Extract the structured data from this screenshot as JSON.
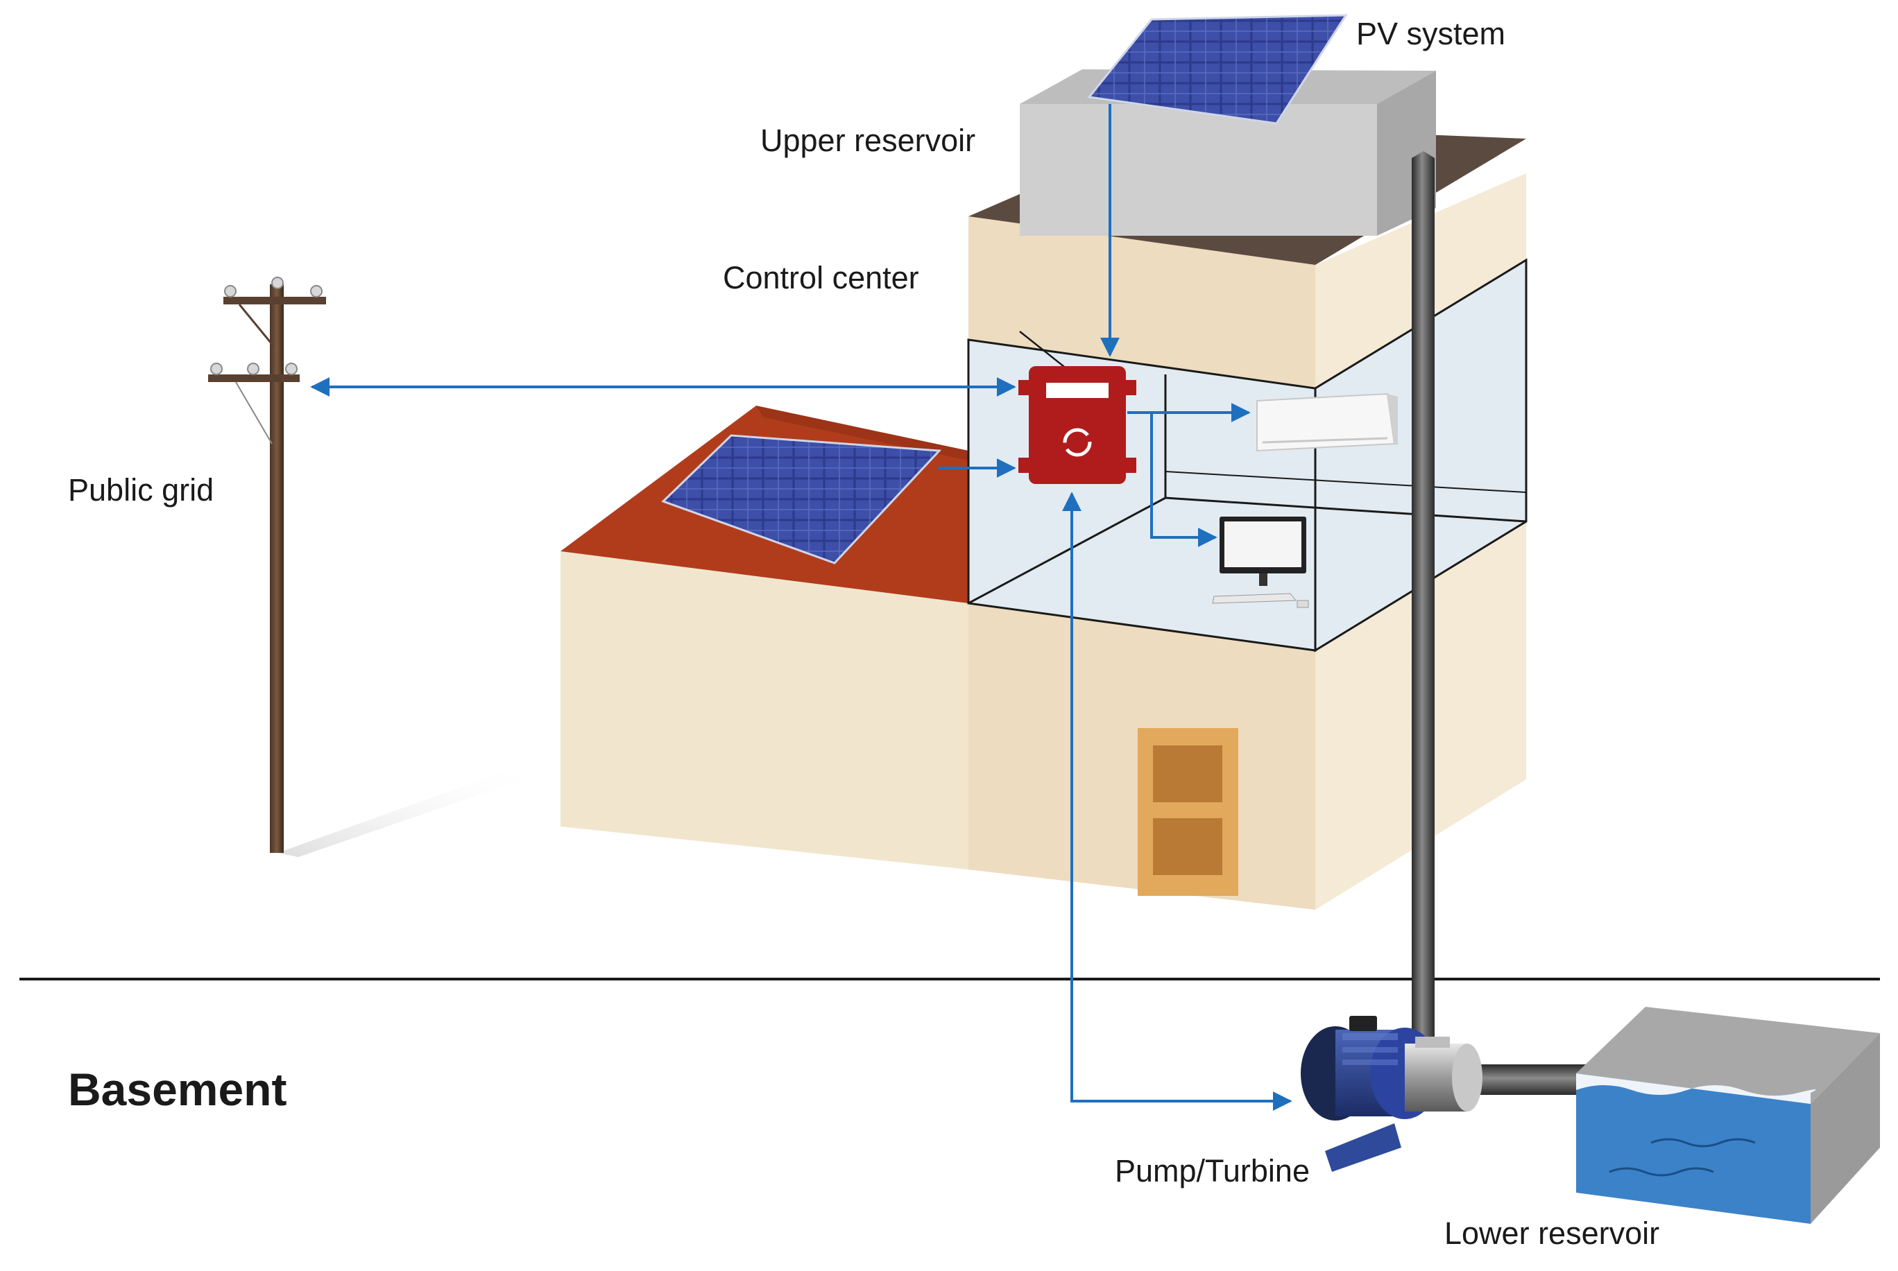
{
  "labels": {
    "pv_system": "PV system",
    "upper_reservoir": "Upper reservoir",
    "control_center": "Control center",
    "public_grid": "Public grid",
    "basement": "Basement",
    "pump_turbine": "Pump/Turbine",
    "lower_reservoir": "Lower reservoir"
  },
  "colors": {
    "arrow": "#1f6fbf",
    "wall": "#f1e6cd",
    "roof_red": "#b13c1c",
    "control_box": "#b01c1c",
    "water": "#3c82c8",
    "glass": "#dde7f0"
  }
}
